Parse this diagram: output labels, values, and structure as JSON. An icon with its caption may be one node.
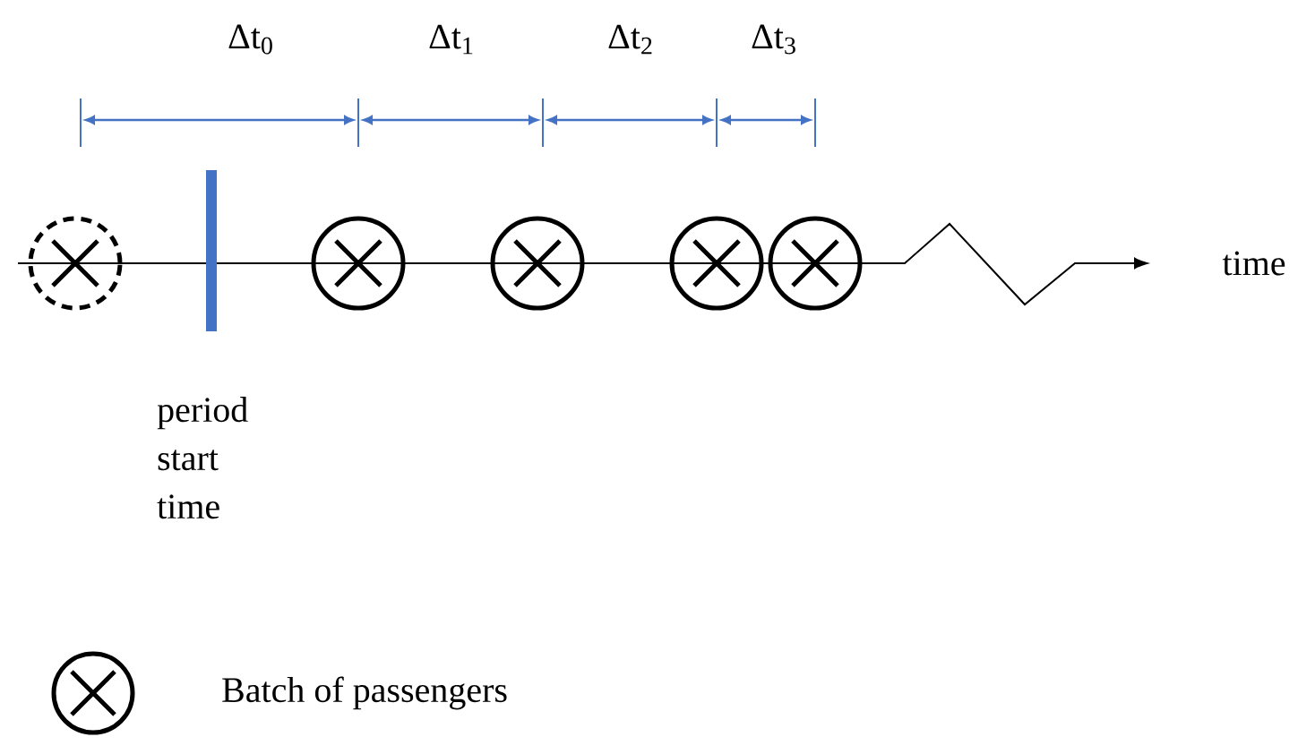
{
  "diagram": {
    "nodes": [
      {
        "text": [],
        "shape": "circle"
      },
      {
        "text": [],
        "shape": "bar",
        "beside": [
          "period start time"
        ]
      },
      {
        "text": [],
        "shape": "circle"
      },
      {
        "text": [],
        "shape": "circle"
      },
      {
        "text": [],
        "shape": "circle"
      },
      {
        "text": [],
        "shape": "circle"
      }
    ],
    "labels": [
      "Δt$_{0}$",
      "Δt$_{1}$",
      "Δt$_{2}$",
      "Δt$_{3}$",
      "time"
    ],
    "legend": [
      {
        "text": "Batch of passengers"
      }
    ]
  }
}
